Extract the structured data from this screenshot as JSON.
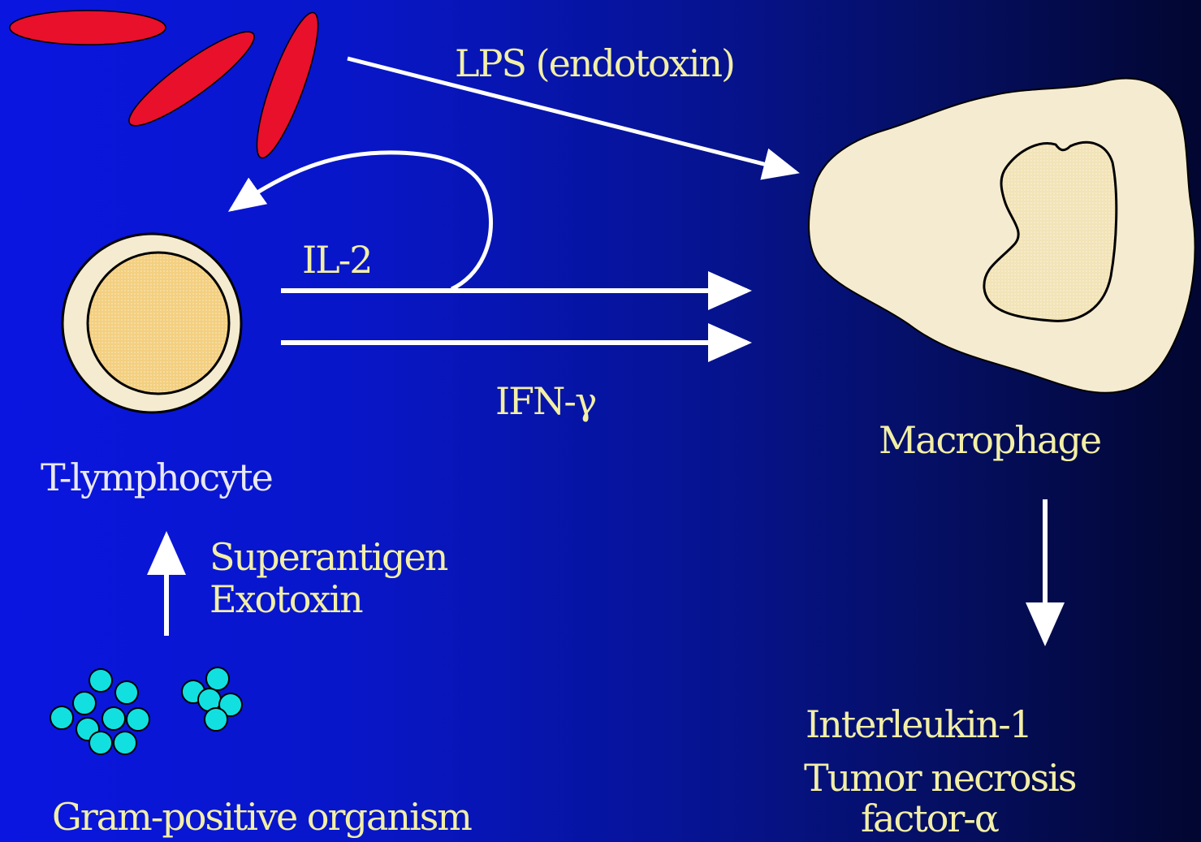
{
  "labels": {
    "lps": "LPS (endotoxin)",
    "il2": "IL-2",
    "ifn": "IFN-γ",
    "t_lymphocyte": "T-lymphocyte",
    "macrophage": "Macrophage",
    "superantigen": "Superantigen",
    "exotoxin": "Exotoxin",
    "gram_positive": "Gram-positive organism",
    "interleukin": "Interleukin-1",
    "tnf_line1": "Tumor necrosis",
    "tnf_line2": "factor-α"
  },
  "colors": {
    "bacilli": "#e8102a",
    "cocci": "#12e0e0",
    "cell_cream": "#f5ebd0",
    "nucleus": "#f3cf80",
    "arrow": "#ffffff",
    "label_white": "#e8e8f0",
    "label_cream": "#f2efa6"
  }
}
